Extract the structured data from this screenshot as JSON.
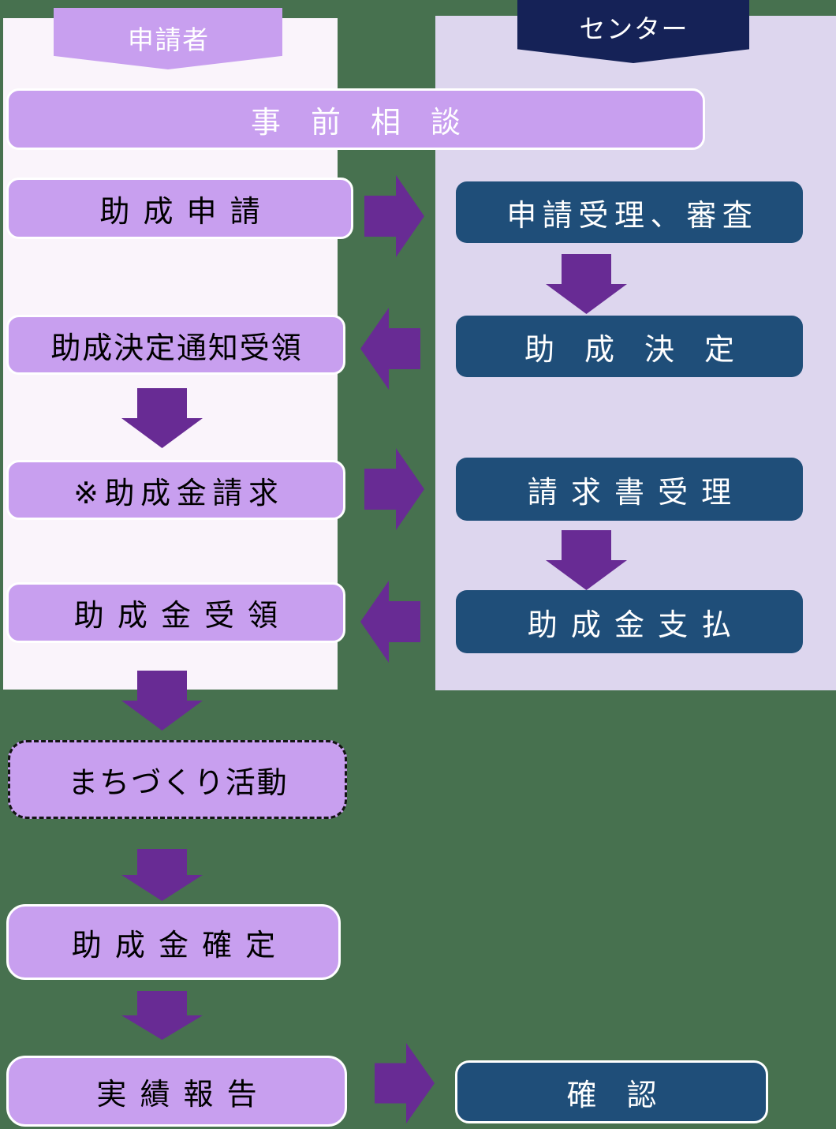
{
  "lanes": {
    "applicant": "申請者",
    "center": "センター"
  },
  "steps": {
    "pre_consultation": "事前相談",
    "grant_application": "助成申請",
    "application_acceptance_review": "申請受理、審査",
    "grant_decision_notice_receipt": "助成決定通知受領",
    "grant_decision": "助成決定",
    "grant_claim": "※助成金請求",
    "invoice_receipt": "請求書受理",
    "grant_receipt": "助成金受領",
    "grant_payment": "助成金支払",
    "machizukuri_activity": "まちづくり活動",
    "grant_finalization": "助成金確定",
    "performance_report": "実績報告",
    "confirmation": "確認"
  },
  "colors": {
    "page_background": "#47714f",
    "applicant_lane_background": "#faf4fb",
    "center_lane_background": "#ddd6ee",
    "applicant_box_fill": "#c89fef",
    "center_box_fill": "#1f4e79",
    "center_banner_fill": "#152257",
    "arrow": "#682b94",
    "applicant_box_text": "#000000",
    "center_box_text": "#ffffff"
  }
}
